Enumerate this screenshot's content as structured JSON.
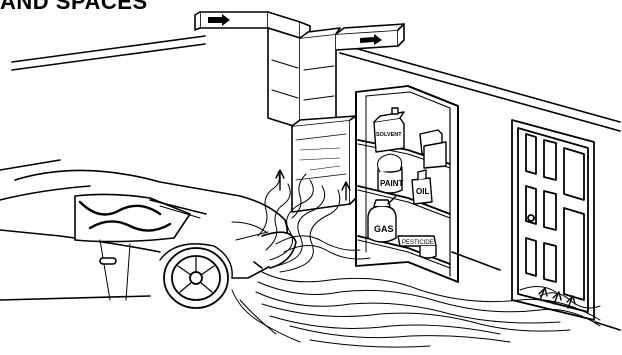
{
  "heading_partial": "AND SPACES",
  "labels": {
    "solvent": "SOLVENT",
    "paint": "PAINT",
    "oil": "OIL",
    "gas": "GAS",
    "pesticide": "PESTICIDE"
  },
  "colors": {
    "ink": "#000000",
    "background": "#ffffff"
  },
  "icons": {
    "duct_arrow_left": "arrow-right-icon",
    "duct_arrow_right": "arrow-right-icon",
    "furnace_arrows": "arrow-up-icon",
    "door_arrows": "arrow-up-icon"
  }
}
